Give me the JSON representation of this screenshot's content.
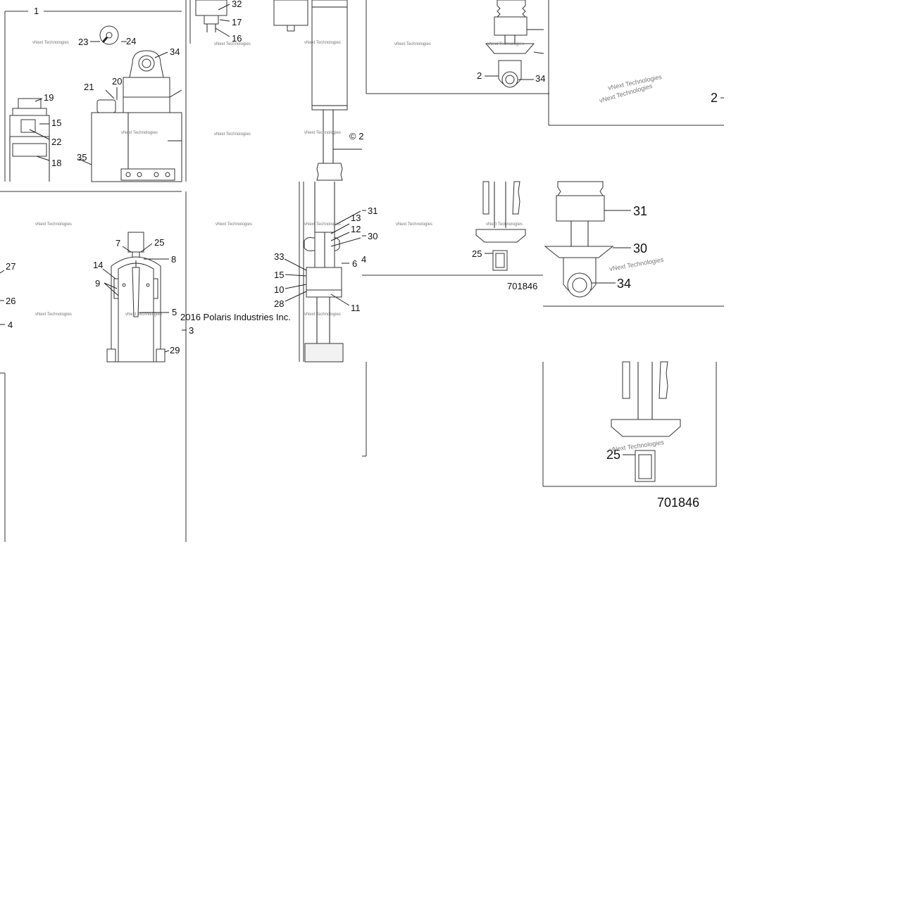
{
  "diagram": {
    "tiles": [
      {
        "id": "tile-top-left",
        "callouts": [
          "1",
          "23",
          "24",
          "34",
          "21",
          "20",
          "19",
          "15",
          "22",
          "18",
          "35"
        ]
      },
      {
        "id": "tile-top-mid",
        "callouts": [
          "32",
          "17",
          "16"
        ]
      },
      {
        "id": "tile-top-center",
        "copyright_fragment": "© 2"
      },
      {
        "id": "tile-top-right",
        "callouts": [
          "2",
          "34"
        ]
      },
      {
        "id": "tile-far-right",
        "callouts": [
          "2"
        ]
      },
      {
        "id": "tile-mid-left",
        "callouts": [
          "7",
          "25",
          "8",
          "14",
          "9",
          "27",
          "26",
          "4",
          "5",
          "3",
          "29"
        ],
        "copyright": "2016 Polaris Industries Inc."
      },
      {
        "id": "tile-mid-center",
        "callouts": [
          "31",
          "13",
          "12",
          "30",
          "33",
          "4",
          "6",
          "15",
          "10",
          "28",
          "11"
        ]
      },
      {
        "id": "tile-mid-right",
        "callouts": [
          "25"
        ],
        "figure_number": "701846"
      },
      {
        "id": "tile-right-enlarged",
        "callouts": [
          "31",
          "30",
          "34"
        ]
      },
      {
        "id": "tile-bottom-right",
        "callouts": [
          "25"
        ],
        "figure_number": "701846"
      }
    ],
    "watermark": "vNext Technologies"
  }
}
